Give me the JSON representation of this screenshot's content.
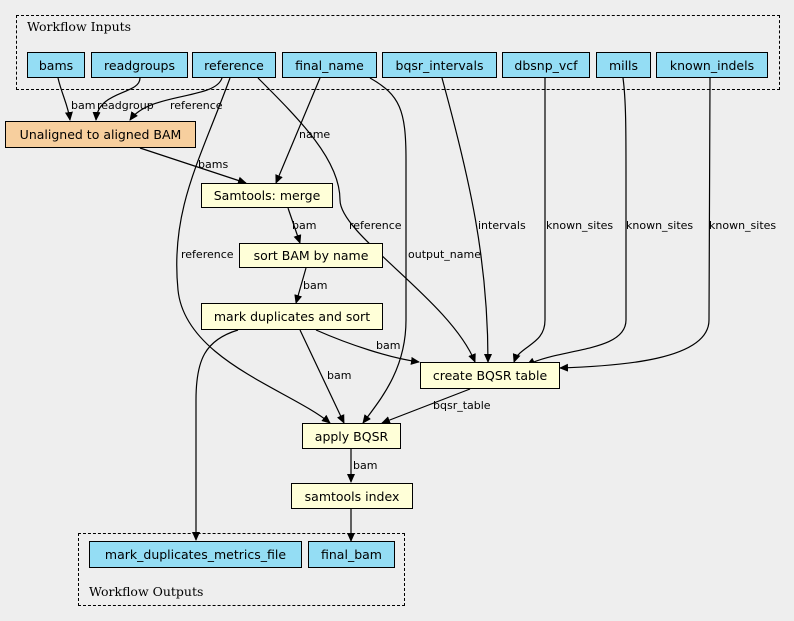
{
  "clusters": {
    "inputs_label": "Workflow Inputs",
    "outputs_label": "Workflow Outputs"
  },
  "inputs": [
    "bams",
    "readgroups",
    "reference",
    "final_name",
    "bqsr_intervals",
    "dbsnp_vcf",
    "mills",
    "known_indels"
  ],
  "steps": {
    "align": "Unaligned to aligned BAM",
    "merge": "Samtools: merge",
    "sort": "sort BAM by name",
    "markdup": "mark duplicates and sort",
    "bqsr_table": "create BQSR table",
    "apply_bqsr": "apply BQSR",
    "index": "samtools index"
  },
  "outputs": [
    "mark_duplicates_metrics_file",
    "final_bam"
  ],
  "edge_labels": {
    "bams_align": "bam",
    "readgroups_align": "readgroup",
    "reference_align": "reference",
    "align_merge": "bams",
    "final_name_merge": "name",
    "merge_sort": "bam",
    "reference_bqsr_table": "reference",
    "bqsr_intervals": "intervals",
    "dbsnp": "known_sites",
    "mills": "known_sites",
    "known_indels": "known_sites",
    "reference_apply": "reference",
    "final_name_apply": "output_name",
    "sort_markdup": "bam",
    "markdup_bqsr_table": "bam",
    "markdup_apply": "bam",
    "bqsr_table_apply": "bqsr_table",
    "apply_index": "bam"
  },
  "colors": {
    "input": "#94ddf4",
    "step": "#ffffd8",
    "first_step": "#f7cf9e",
    "background": "#eeeeee"
  }
}
